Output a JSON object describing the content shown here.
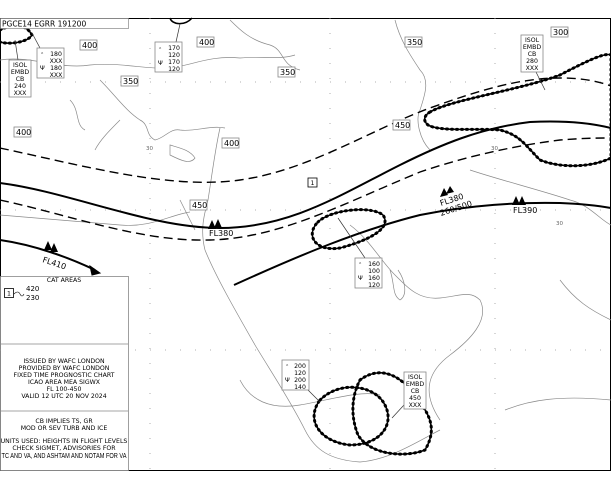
{
  "header": {
    "chart_id": "PGCE14 EGRR 191200"
  },
  "legend": {
    "cat_title": "CAT AREAS",
    "cat_areas": [
      {
        "id": "1",
        "top": "420",
        "base": "230"
      }
    ],
    "issued": [
      "ISSUED BY WAFC LONDON",
      "PROVIDED BY WAFC LONDON",
      "FIXED TIME PROGNOSTIC CHART",
      "ICAO AREA MEA SIGWX",
      "FL 100-450",
      "VALID 12 UTC 20 NOV 2024"
    ],
    "notes": [
      "CB IMPLIES TS, GR",
      "MOD OR SEV TURB AND ICE",
      "",
      "UNITS USED: HEIGHTS IN FLIGHT LEVELS",
      "CHECK SIGMET, ADVISORIES FOR",
      "TC AND VA, AND ASHTAM AND NOTAM FOR VA"
    ]
  },
  "tropopause": [
    "400",
    "400",
    "400",
    "350",
    "350",
    "350",
    "300",
    "400",
    "400",
    "450",
    "450",
    "450"
  ],
  "jets": {
    "j1": "FL380",
    "j1b": "FL380",
    "j1depth": "260/500",
    "j2": "FL390",
    "j3": "FL410"
  },
  "cb_boxes": {
    "nw": [
      "ISOL",
      "EMBD",
      "CB",
      "240",
      "XXX"
    ],
    "ne": [
      "ISOL",
      "EMBD",
      "CB",
      "280",
      "XXX"
    ],
    "s": [
      "ISOL",
      "EMBD",
      "CB",
      "450",
      "XXX"
    ]
  },
  "icing_turb_boxes": {
    "a": [
      "180",
      "XXX",
      "180",
      "XXX"
    ],
    "b": [
      "170",
      "120",
      "170",
      "120"
    ],
    "c": [
      "160",
      "100",
      "160",
      "120"
    ],
    "d": [
      "200",
      "120",
      "200",
      "140"
    ]
  },
  "cat_marker": "1",
  "lat_labels": [
    "30",
    "30",
    "30"
  ]
}
